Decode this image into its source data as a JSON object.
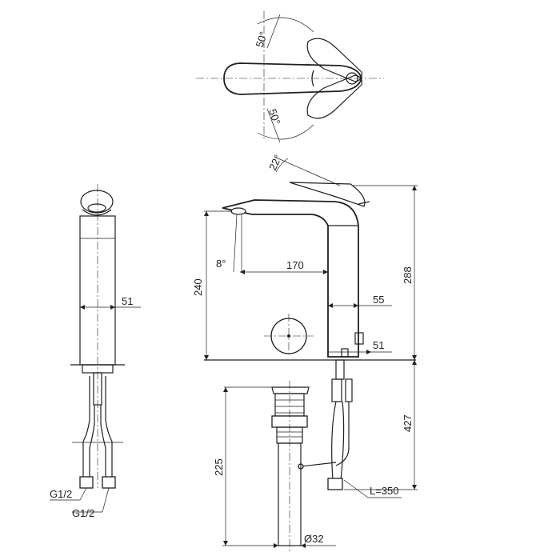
{
  "dimensions": {
    "handle_rotation_top": "50°",
    "handle_rotation_bottom": "50°",
    "handle_lift_angle": "22°",
    "spout_angle": "8°",
    "spout_reach": "170",
    "outlet_height": "240",
    "total_height": "288",
    "body_depth": "55",
    "base_depth": "51",
    "side_body_width": "51",
    "below_deck_length": "427",
    "drain_length": "225",
    "drain_diameter": "Ø32",
    "hose_length": "L=350",
    "inlet_thread_1": "G1/2",
    "inlet_thread_2": "G1/2"
  }
}
